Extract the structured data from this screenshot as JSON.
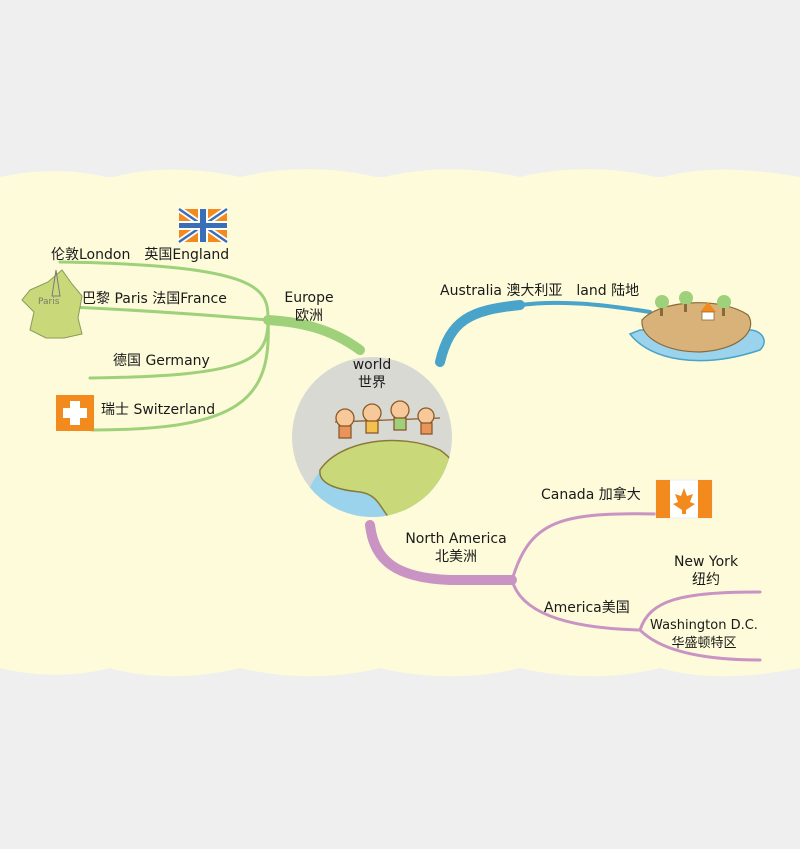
{
  "center": {
    "en": "world",
    "zh": "世界"
  },
  "branches": {
    "europe": {
      "en": "Europe",
      "zh": "欧洲",
      "items": {
        "england": {
          "city_zh": "伦敦",
          "city_en": "London",
          "country_zh": "英国",
          "country_en": "England"
        },
        "france": {
          "city_zh": "巴黎",
          "city_en": "Paris",
          "country_zh": "法国",
          "country_en": "France",
          "map_label": "Paris"
        },
        "germany": {
          "country_zh": "德国",
          "country_en": "Germany"
        },
        "switzerland": {
          "country_zh": "瑞士",
          "country_en": "Switzerland"
        }
      }
    },
    "australia": {
      "en": "Australia",
      "zh": "澳大利亚",
      "extra_en": "land",
      "extra_zh": "陆地"
    },
    "north_america": {
      "en": "North America",
      "zh": "北美洲",
      "items": {
        "canada": {
          "en": "Canada",
          "zh": "加拿大"
        },
        "america": {
          "en": "America",
          "zh": "美国",
          "cities": {
            "new_york": {
              "en": "New York",
              "zh": "纽约"
            },
            "washington": {
              "en": "Washington D.C.",
              "zh": "华盛顿特区"
            }
          }
        }
      }
    }
  },
  "colors": {
    "background": "#efefef",
    "cloud": "#fdfbd9",
    "europe": "#9fd17b",
    "australia": "#4aa3c9",
    "north_america": "#c994c4",
    "globe_ring": "#d9d9d4",
    "land": "#c9d97a",
    "ocean": "#9bd3ec",
    "flag_orange": "#f28a1e"
  },
  "icons": [
    "uk-flag-icon",
    "swiss-flag-icon",
    "canada-flag-icon",
    "france-map-icon",
    "island-icon",
    "kids-icon"
  ]
}
